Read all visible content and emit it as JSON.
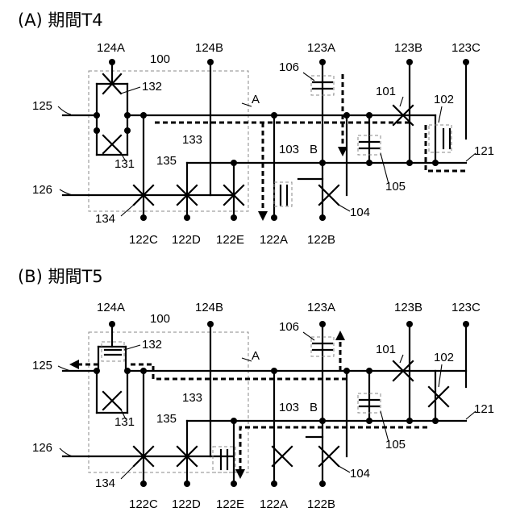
{
  "panels": [
    {
      "title": "(A) 期間T4",
      "labels": {
        "t124A": "124A",
        "t100": "100",
        "t124B": "124B",
        "t123A": "123A",
        "t123B": "123B",
        "t123C": "123C",
        "t106": "106",
        "t101": "101",
        "t102": "102",
        "t132": "132",
        "t125": "125",
        "tA": "A",
        "t103": "103",
        "tB": "B",
        "t133": "133",
        "t135": "135",
        "t131": "131",
        "t121": "121",
        "t105": "105",
        "t126": "126",
        "t134": "134",
        "t104": "104",
        "t122C": "122C",
        "t122D": "122D",
        "t122E": "122E",
        "t122A": "122A",
        "t122B": "122B"
      }
    },
    {
      "title": "(B) 期間T5",
      "labels": {
        "t124A": "124A",
        "t100": "100",
        "t124B": "124B",
        "t123A": "123A",
        "t123B": "123B",
        "t123C": "123C",
        "t106": "106",
        "t101": "101",
        "t102": "102",
        "t132": "132",
        "t125": "125",
        "tA": "A",
        "t103": "103",
        "tB": "B",
        "t133": "133",
        "t135": "135",
        "t131": "131",
        "t121": "121",
        "t105": "105",
        "t126": "126",
        "t134": "134",
        "t104": "104",
        "t122C": "122C",
        "t122D": "122D",
        "t122E": "122E",
        "t122A": "122A",
        "t122B": "122B"
      }
    }
  ]
}
